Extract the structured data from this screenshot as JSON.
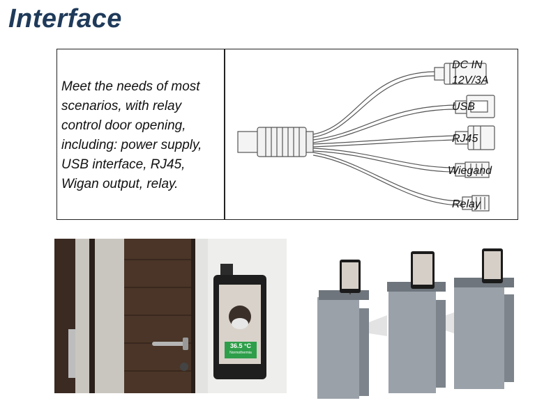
{
  "title": "Interface",
  "description": "Meet the needs of most\nscenarios, with relay\ncontrol door opening,\nincluding: power supply,\nUSB interface, RJ45,\nWigan output, relay.",
  "ports": [
    {
      "label_line1": "DC IN",
      "label_line2": "12V/3A"
    },
    {
      "label_line1": "USB",
      "label_line2": ""
    },
    {
      "label_line1": "RJ45",
      "label_line2": ""
    },
    {
      "label_line1": "Wiegand",
      "label_line2": ""
    },
    {
      "label_line1": "Relay",
      "label_line2": ""
    }
  ],
  "device_screen": {
    "temperature": "36.5 °C",
    "status": "Normothermia"
  },
  "colors": {
    "title": "#1f3a5a",
    "temp_badge": "#2e9e4a",
    "gate_metal": "#9aa1a8"
  }
}
